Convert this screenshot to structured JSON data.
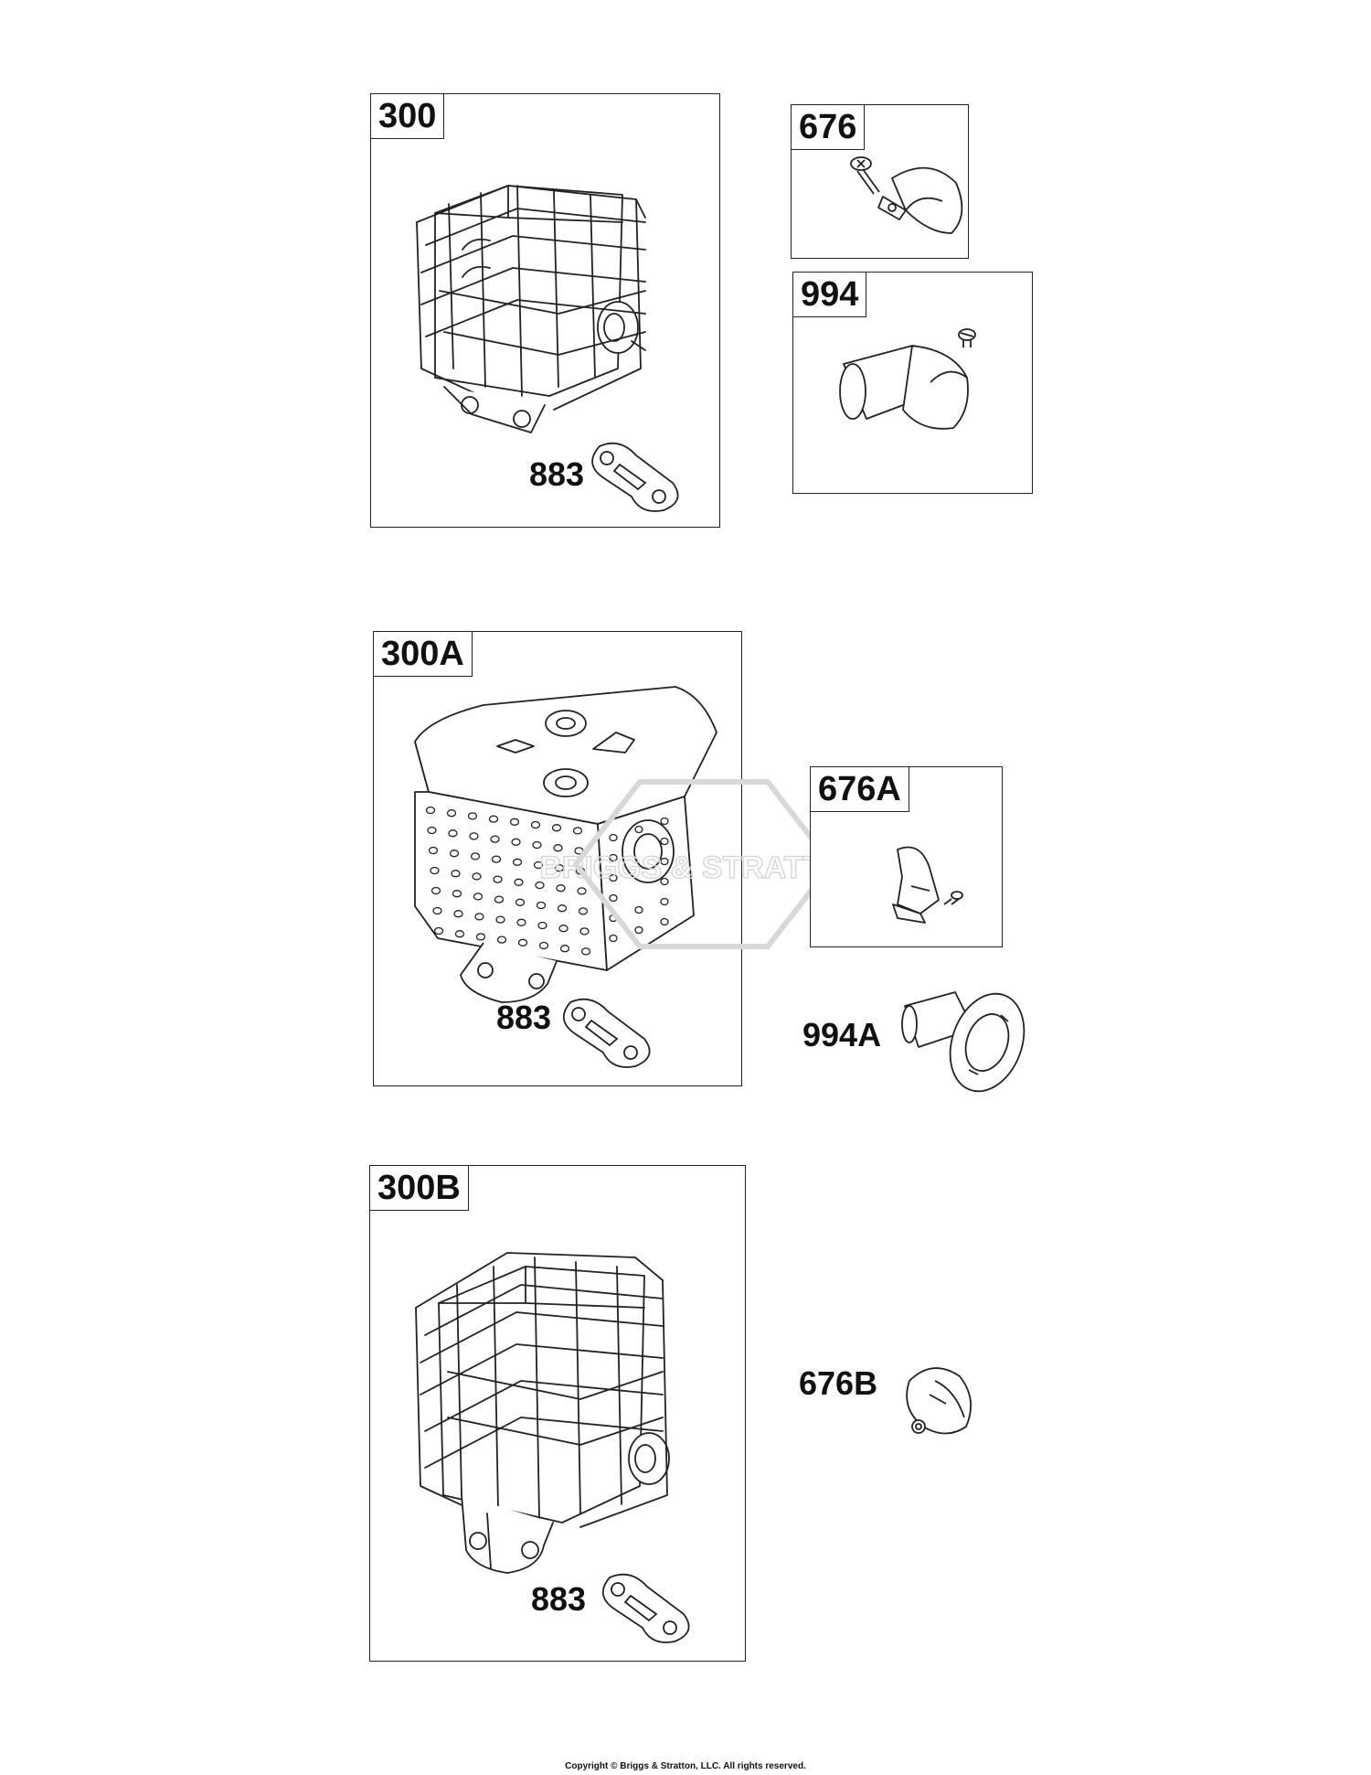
{
  "parts": {
    "p300": {
      "label": "300",
      "gasket": "883"
    },
    "p676": {
      "label": "676"
    },
    "p994": {
      "label": "994"
    },
    "p300a": {
      "label": "300A",
      "gasket": "883"
    },
    "p676a": {
      "label": "676A"
    },
    "p994a": {
      "label": "994A"
    },
    "p300b": {
      "label": "300B",
      "gasket": "883"
    },
    "p676b": {
      "label": "676B"
    }
  },
  "watermark": "BRIGGS & STRATTON",
  "footer": {
    "copyright": "Copyright © Briggs & Stratton, LLC. All rights reserved."
  }
}
